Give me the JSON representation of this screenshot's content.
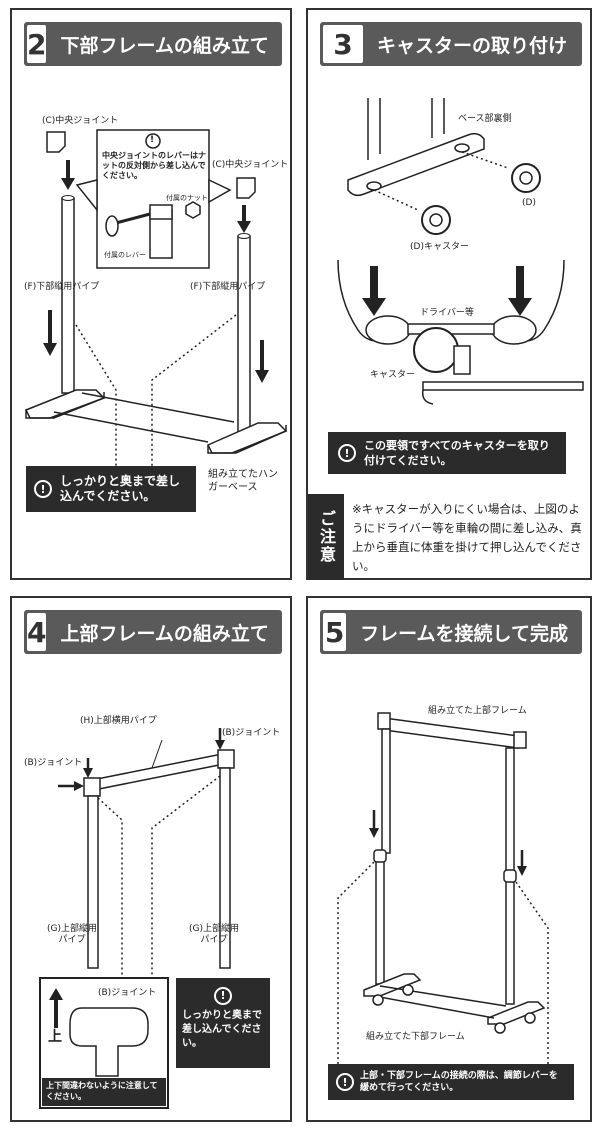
{
  "step2": {
    "num": "2",
    "title": "下部フレームの組み立て",
    "joint_left": "(C)中央ジョイント",
    "joint_right": "(C)中央ジョイント",
    "note_mark": "!",
    "note": "中央ジョイントのレバーはナットの反対側から差し込んでください。",
    "nut": "付属のナット",
    "lever": "付属のレバー",
    "pipe_left": "(F)下部縦用パイプ",
    "pipe_right": "(F)下部縦用パイプ",
    "warn_mark": "!",
    "warn": "しっかりと奥まで差し込んでください。",
    "base": "組み立てたハンガーベース"
  },
  "step3": {
    "num": "3",
    "title": "キャスターの取り付け",
    "base_back": "ベース部裏側",
    "d_right": "(D)",
    "d_left": "(D)キャスター",
    "driver": "ドライバー等",
    "caster": "キャスター",
    "warn_mark": "!",
    "warn": "この要領ですべてのキャスターを取り付けてください。",
    "caution_title": "ご注意",
    "caution": "※キャスターが入りにくい場合は、上図のようにドライバー等を車輪の間に差し込み、真上から垂直に体重を掛けて押し込んでください。"
  },
  "step4": {
    "num": "4",
    "title": "上部フレームの組み立て",
    "h_pipe": "(H)上部横用パイプ",
    "b_right": "(B)ジョイント",
    "b_left": "(B)ジョイント",
    "g_left": "(G)上部縦用パイプ",
    "g_right": "(G)上部縦用パイプ",
    "b_detail": "(B)ジョイント",
    "up": "上",
    "updown_note": "上下間違わないように注意してください。",
    "warn_mark": "!",
    "warn": "しっかりと奥まで差し込んでください。"
  },
  "step5": {
    "num": "5",
    "title": "フレームを接続して完成",
    "upper": "組み立てた上部フレーム",
    "lower": "組み立てた下部フレーム",
    "warn_mark": "!",
    "warn": "上部・下部フレームの接続の際は、調節レバーを緩めて行ってください。"
  }
}
